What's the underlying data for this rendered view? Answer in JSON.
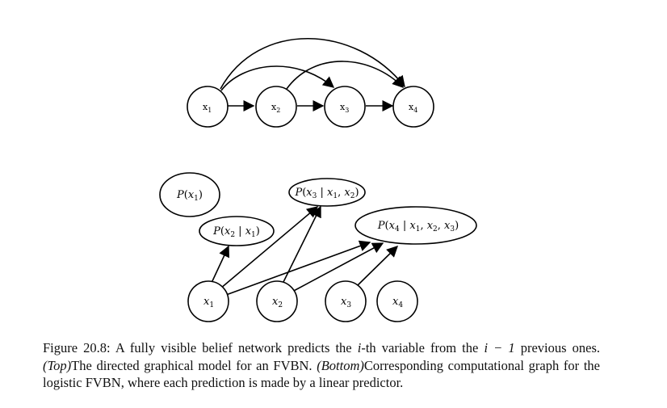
{
  "top_graph": {
    "nodes": [
      {
        "id": "tx1",
        "base": "x",
        "sub": "1"
      },
      {
        "id": "tx2",
        "base": "x",
        "sub": "2"
      },
      {
        "id": "tx3",
        "base": "x",
        "sub": "3"
      },
      {
        "id": "tx4",
        "base": "x",
        "sub": "4"
      }
    ]
  },
  "bottom_graph": {
    "input_nodes": [
      {
        "id": "bx1",
        "base": "x",
        "sub": "1"
      },
      {
        "id": "bx2",
        "base": "x",
        "sub": "2"
      },
      {
        "id": "bx3",
        "base": "x",
        "sub": "3"
      },
      {
        "id": "bx4",
        "base": "x",
        "sub": "4"
      }
    ],
    "prediction_nodes": [
      {
        "id": "p1",
        "text": "P(x1)"
      },
      {
        "id": "p2",
        "text": "P(x2 | x1)"
      },
      {
        "id": "p3",
        "text": "P(x3 | x1, x2)"
      },
      {
        "id": "p4",
        "text": "P(x4 | x1, x2, x3)"
      }
    ]
  },
  "caption": {
    "prefix": "Figure 20.8: A fully visible belief network predicts the ",
    "i_var": "i",
    "mid": "-th variable from the ",
    "i_minus": "i − 1",
    "line2_start": " previous ones. ",
    "top_tag": "(Top)",
    "top_text": "The directed graphical model for an FVBN. ",
    "bottom_tag": "(Bottom)",
    "bottom_text": "Corresponding computational graph for the logistic FVBN, where each prediction is made by a linear predictor."
  }
}
